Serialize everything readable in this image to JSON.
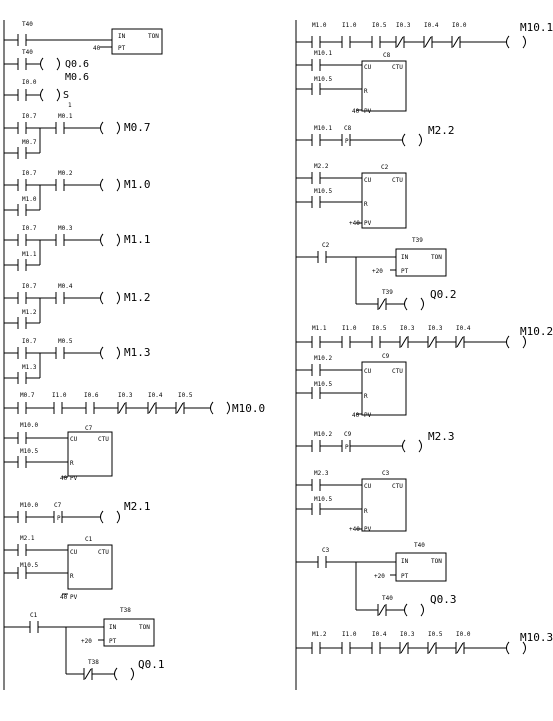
{
  "T1": "T40",
  "T2": "T40",
  "T3": "Q0.6",
  "T4": "I0.0",
  "T5": "M0.6",
  "T6": "S",
  "T7": "1",
  "T8": "IN",
  "T9": "TON",
  "T10": "PT",
  "T11": "40",
  "T12": "I0.7",
  "T13": "M0.1",
  "T14": "M0.7",
  "T15": "M0.7",
  "T16": "I0.7",
  "T17": "M0.2",
  "T18": "M1.0",
  "T19": "M1.0",
  "T20": "I0.7",
  "T21": "M0.3",
  "T22": "M1.1",
  "T23": "M1.1",
  "T24": "I0.7",
  "T25": "M0.4",
  "T26": "M1.2",
  "T27": "M1.2",
  "T28": "I0.7",
  "T29": "M0.5",
  "T30": "M1.3",
  "T31": "M1.3",
  "T32": "M0.7",
  "T33": "I1.0",
  "T34": "I0.6",
  "T35": "I0.3",
  "T36": "I0.4",
  "T37": "I0.5",
  "T38": "M10.0",
  "T39": "M10.0",
  "T40": "M10.5",
  "T41": "C7",
  "T42": "CU",
  "T43": "CTU",
  "T44": "R",
  "T45": "PV",
  "T46": "40",
  "T47": "M10.0",
  "T48": "C7",
  "T49": "P",
  "T50": "M2.1",
  "T51": "M2.1",
  "T52": "M10.5",
  "T53": "C1",
  "T54": "CU",
  "T55": "CTU",
  "T56": "R",
  "T57": "PV",
  "T58": "40",
  "T59": "C1",
  "T60": "T38",
  "T61": "IN",
  "T62": "TON",
  "T63": "PT",
  "T64": "+20",
  "T65": "T38",
  "T66": "Q0.1",
  "T67": "M1.0",
  "T68": "I1.0",
  "T69": "I0.5",
  "T70": "I0.3",
  "T71": "I0.4",
  "T72": "I0.0",
  "T73": "M10.1",
  "T74": "M10.1",
  "T75": "M10.5",
  "T76": "C8",
  "T77": "CU",
  "T78": "CTU",
  "T79": "R",
  "T80": "PV",
  "T81": "40",
  "T82": "M10.1",
  "T83": "C8",
  "T84": "P",
  "T85": "M2.2",
  "T86": "M2.2",
  "T87": "M10.5",
  "T88": "C2",
  "T89": "CU",
  "T90": "CTU",
  "T91": "R",
  "T92": "PV",
  "T93": "+40",
  "T94": "C2",
  "T95": "T39",
  "T96": "IN",
  "T97": "TON",
  "T98": "PT",
  "T99": "+20",
  "T100": "T39",
  "T101": "Q0.2",
  "T102": "M1.1",
  "T103": "I1.0",
  "T104": "I0.5",
  "T105": "I0.3",
  "T106": "I0.3",
  "T107": "I0.4",
  "T108": "M10.2",
  "T109": "M10.2",
  "T110": "M10.5",
  "T111": "C9",
  "T112": "CU",
  "T113": "CTU",
  "T114": "R",
  "T115": "PV",
  "T116": "40",
  "T117": "M10.2",
  "T118": "C9",
  "T119": "P",
  "T120": "M2.3",
  "T121": "M2.3",
  "T122": "M10.5",
  "T123": "C3",
  "T124": "CU",
  "T125": "CTU",
  "T126": "R",
  "T127": "PV",
  "T128": "+40",
  "T129": "C3",
  "T130": "T40",
  "T131": "IN",
  "T132": "TON",
  "T133": "PT",
  "T134": "+20",
  "T135": "T40",
  "T136": "Q0.3",
  "T137": "M1.2",
  "T138": "I1.0",
  "T139": "I0.4",
  "T140": "I0.3",
  "T141": "I0.5",
  "T142": "I0.0",
  "T143": "M10.3"
}
